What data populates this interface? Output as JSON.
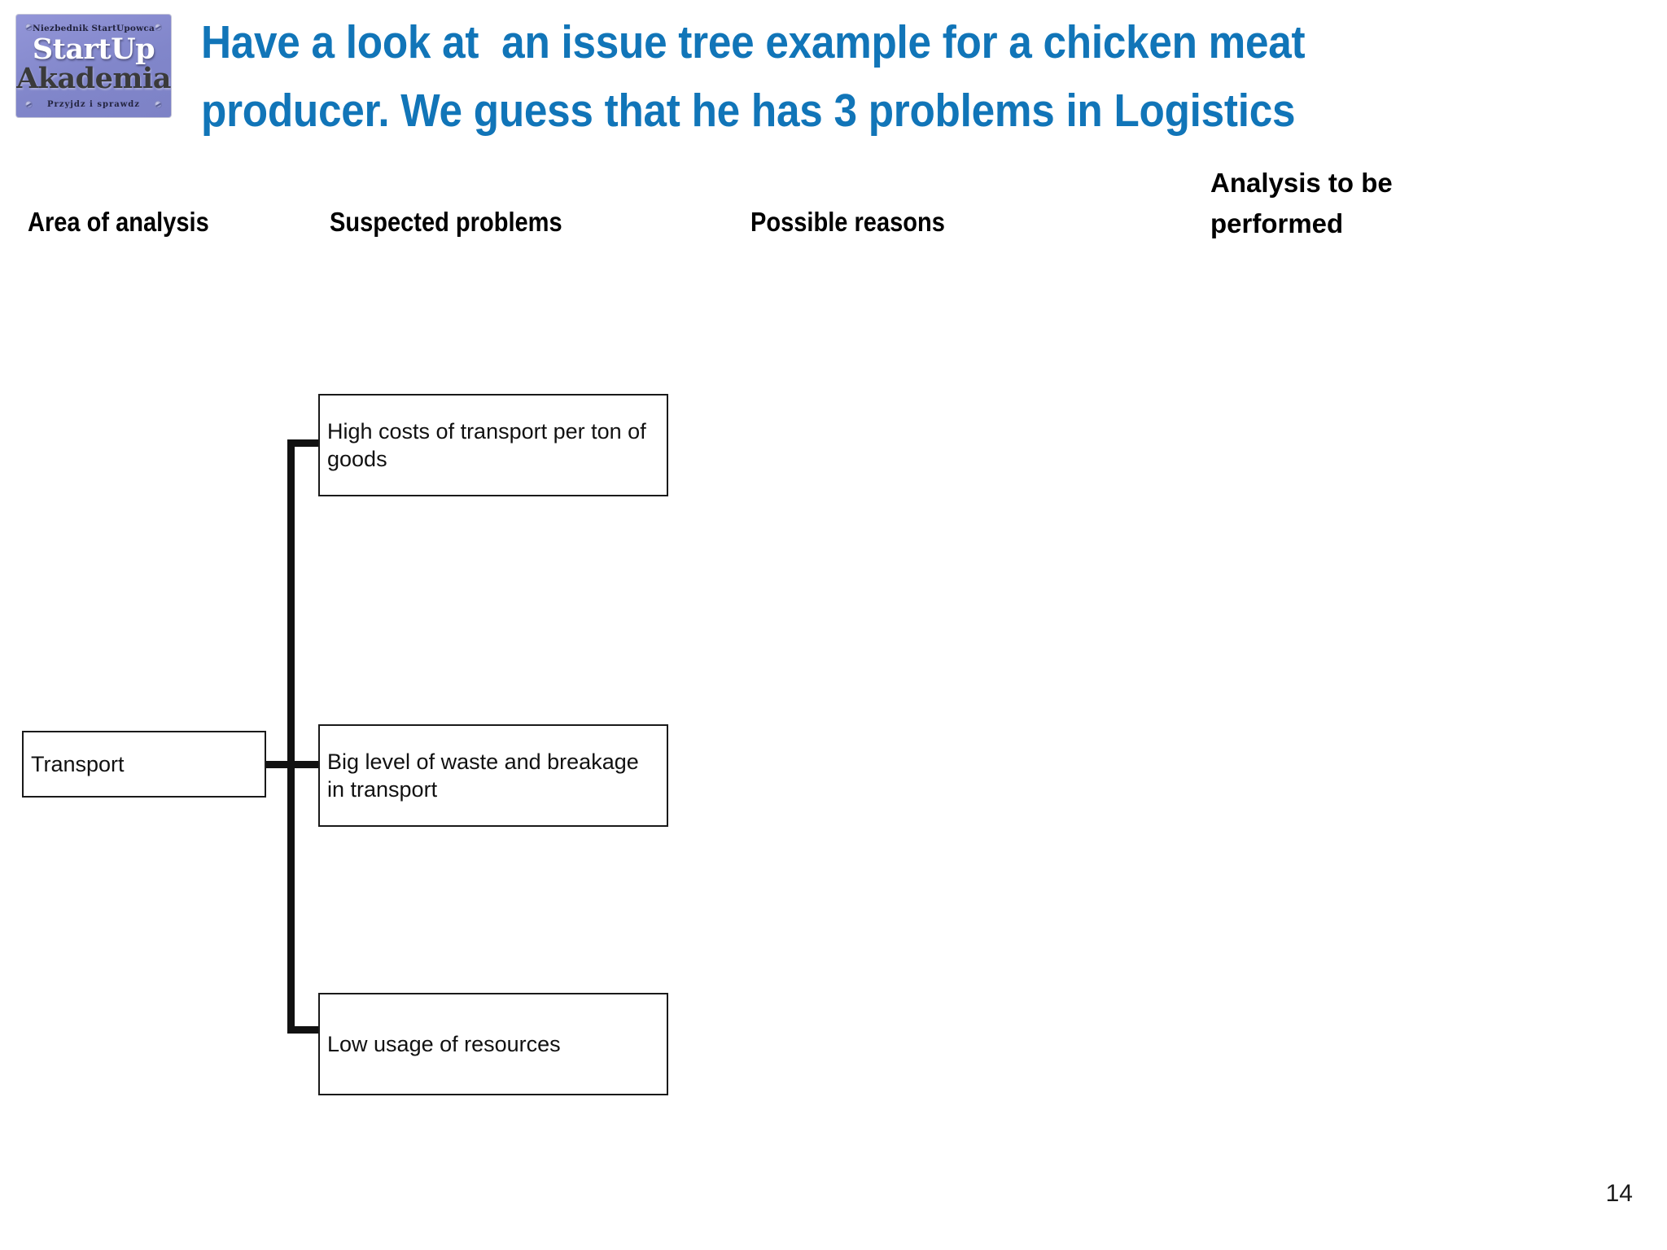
{
  "logo": {
    "top_text": "Niezbednik StartUpowca",
    "word_1": "StartUp",
    "word_2": "Akademia",
    "bottom_text": "Przyjdz i sprawdz",
    "plate_color": "#8b8fd0"
  },
  "slide": {
    "title": "Have a look at  an issue tree example for a chicken meat producer. We guess that he has 3 problems in Logistics",
    "title_color": "#1175b8",
    "page_number": "14"
  },
  "columns": [
    {
      "label": "Area of analysis"
    },
    {
      "label": "Suspected problems"
    },
    {
      "label": "Possible reasons"
    },
    {
      "label": "Analysis to be performed"
    }
  ],
  "issue_tree": {
    "root": {
      "label": "Transport"
    },
    "children": [
      {
        "label": "High costs of transport per ton of goods"
      },
      {
        "label": "Big level of waste and breakage in transport"
      },
      {
        "label": "Low usage of resources"
      }
    ]
  }
}
